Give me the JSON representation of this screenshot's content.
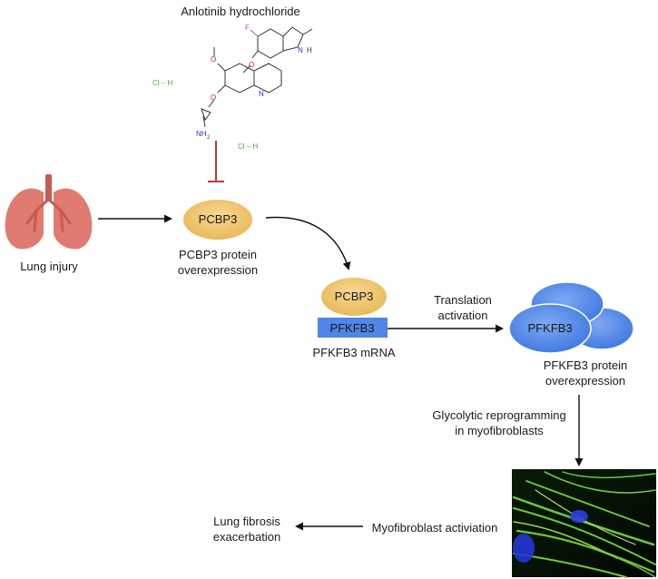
{
  "drug": {
    "name": "Anlotinib hydrochloride",
    "hcl_1": "Cl – H",
    "hcl_2": "Cl – H",
    "atoms": {
      "F": "F",
      "NH_indole": "H",
      "N_indole": "N",
      "O1": "O",
      "O2": "O",
      "O3": "O",
      "N_quinoline": "N",
      "NH2": "NH",
      "NH2_sub": "2"
    }
  },
  "nodes": {
    "lung_injury": "Lung injury",
    "pcbp3_top": "PCBP3",
    "pcbp3_caption_line1": "PCBP3 protein",
    "pcbp3_caption_line2": "overexpression",
    "pcbp3_mrna": "PCBP3",
    "pfkfb3_mrna_bar": "PFKFB3",
    "pfkfb3_mrna_caption": "PFKFB3 mRNA",
    "translation_line1": "Translation",
    "translation_line2": "activation",
    "pfkfb3_protein": "PFKFB3",
    "pfkfb3_caption_line1": "PFKFB3 protein",
    "pfkfb3_caption_line2": "overexpression",
    "glyco_line1": "Glycolytic reprogramming",
    "glyco_line2": "in myofibroblasts",
    "myofibroblast": "Myofibroblast activiation",
    "fibrosis_line1": "Lung fibrosis",
    "fibrosis_line2": "exacerbation"
  },
  "colors": {
    "lung": "#e07b71",
    "lung_dark": "#c85a52",
    "pcbp3_fill": "#f0c36a",
    "pfkfb3_fill": "#4f86e8",
    "inhibit": "#b83a3a",
    "arrow": "#111111"
  }
}
